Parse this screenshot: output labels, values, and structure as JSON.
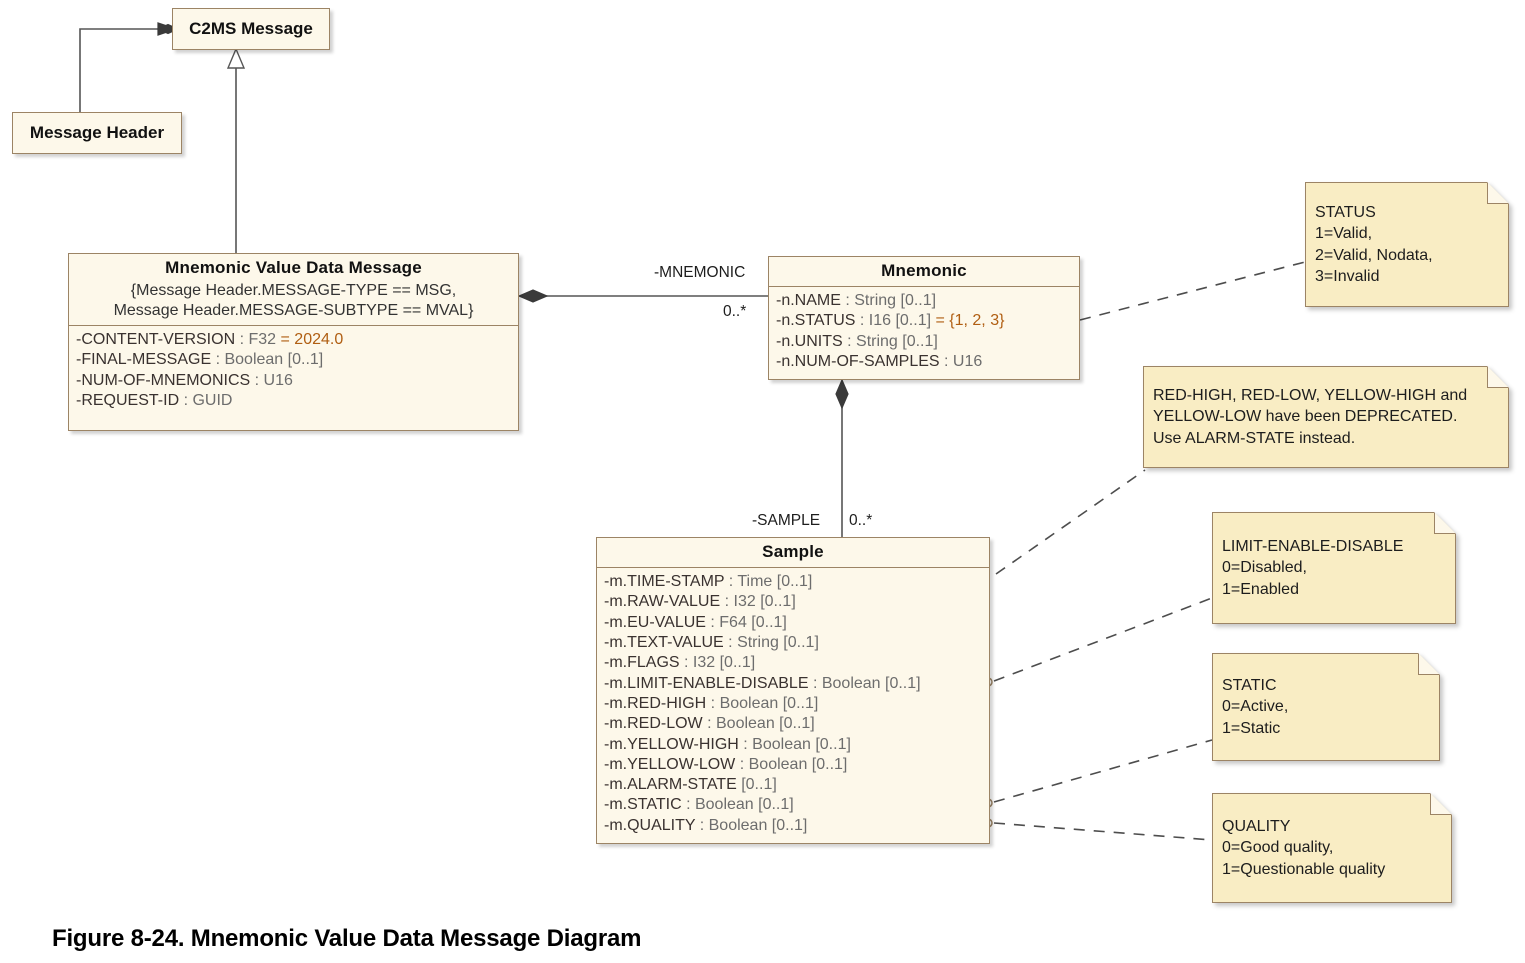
{
  "figure": {
    "caption": "Figure 8-24. Mnemonic Value Data Message Diagram"
  },
  "classes": {
    "c2ms_message": {
      "name": "C2MS Message"
    },
    "message_header": {
      "name": "Message Header"
    },
    "mnemonic_value_data_message": {
      "name": "Mnemonic Value Data Message",
      "constraint": "{Message Header.MESSAGE-TYPE == MSG,\nMessage Header.MESSAGE-SUBTYPE == MVAL}",
      "attributes": [
        {
          "name": "-CONTENT-VERSION",
          "type": ": F32",
          "default": "= 2024.0"
        },
        {
          "name": "-FINAL-MESSAGE",
          "type": ": Boolean [0..1]",
          "default": ""
        },
        {
          "name": "-NUM-OF-MNEMONICS",
          "type": ": U16",
          "default": ""
        },
        {
          "name": "-REQUEST-ID",
          "type": ": GUID",
          "default": ""
        }
      ]
    },
    "mnemonic": {
      "name": "Mnemonic",
      "attributes": [
        {
          "name": "-n.NAME",
          "type": ": String [0..1]",
          "default": ""
        },
        {
          "name": "-n.STATUS",
          "type": ": I16 [0..1]",
          "default": "= {1, 2, 3}"
        },
        {
          "name": "-n.UNITS",
          "type": ": String [0..1]",
          "default": ""
        },
        {
          "name": "-n.NUM-OF-SAMPLES",
          "type": ": U16",
          "default": ""
        }
      ]
    },
    "sample": {
      "name": "Sample",
      "attributes": [
        {
          "name": "-m.TIME-STAMP",
          "type": ": Time [0..1]",
          "default": ""
        },
        {
          "name": "-m.RAW-VALUE",
          "type": ": I32 [0..1]",
          "default": ""
        },
        {
          "name": "-m.EU-VALUE",
          "type": ": F64 [0..1]",
          "default": ""
        },
        {
          "name": "-m.TEXT-VALUE",
          "type": ": String [0..1]",
          "default": ""
        },
        {
          "name": "-m.FLAGS",
          "type": ": I32 [0..1]",
          "default": ""
        },
        {
          "name": "-m.LIMIT-ENABLE-DISABLE",
          "type": ": Boolean [0..1]",
          "default": ""
        },
        {
          "name": "-m.RED-HIGH",
          "type": ": Boolean [0..1]",
          "default": ""
        },
        {
          "name": "-m.RED-LOW",
          "type": ": Boolean [0..1]",
          "default": ""
        },
        {
          "name": "-m.YELLOW-HIGH",
          "type": ": Boolean [0..1]",
          "default": ""
        },
        {
          "name": "-m.YELLOW-LOW",
          "type": ": Boolean [0..1]",
          "default": ""
        },
        {
          "name": "-m.ALARM-STATE",
          "type": "[0..1]",
          "default": ""
        },
        {
          "name": "-m.STATIC",
          "type": ": Boolean [0..1]",
          "default": ""
        },
        {
          "name": "-m.QUALITY",
          "type": ": Boolean [0..1]",
          "default": ""
        }
      ]
    }
  },
  "notes": {
    "status": {
      "text": "STATUS\n1=Valid,\n2=Valid, Nodata,\n3=Invalid"
    },
    "deprecated": {
      "text": "RED-HIGH, RED-LOW, YELLOW-HIGH and\nYELLOW-LOW have been DEPRECATED.\nUse ALARM-STATE instead."
    },
    "limit_enable_disable": {
      "text": "LIMIT-ENABLE-DISABLE\n0=Disabled,\n1=Enabled"
    },
    "static": {
      "text": "STATIC\n0=Active,\n1=Static"
    },
    "quality": {
      "text": "QUALITY\n0=Good quality,\n1=Questionable quality"
    }
  },
  "associations": {
    "mnemonic_role": "-MNEMONIC",
    "mnemonic_multiplicity": "0..*",
    "sample_role": "-SAMPLE",
    "sample_multiplicity": "0..*"
  },
  "colors": {
    "class_fill": "#fdf8ea",
    "note_fill": "#f9edc4",
    "border": "#9c8465",
    "default_value": "#b05e12"
  }
}
